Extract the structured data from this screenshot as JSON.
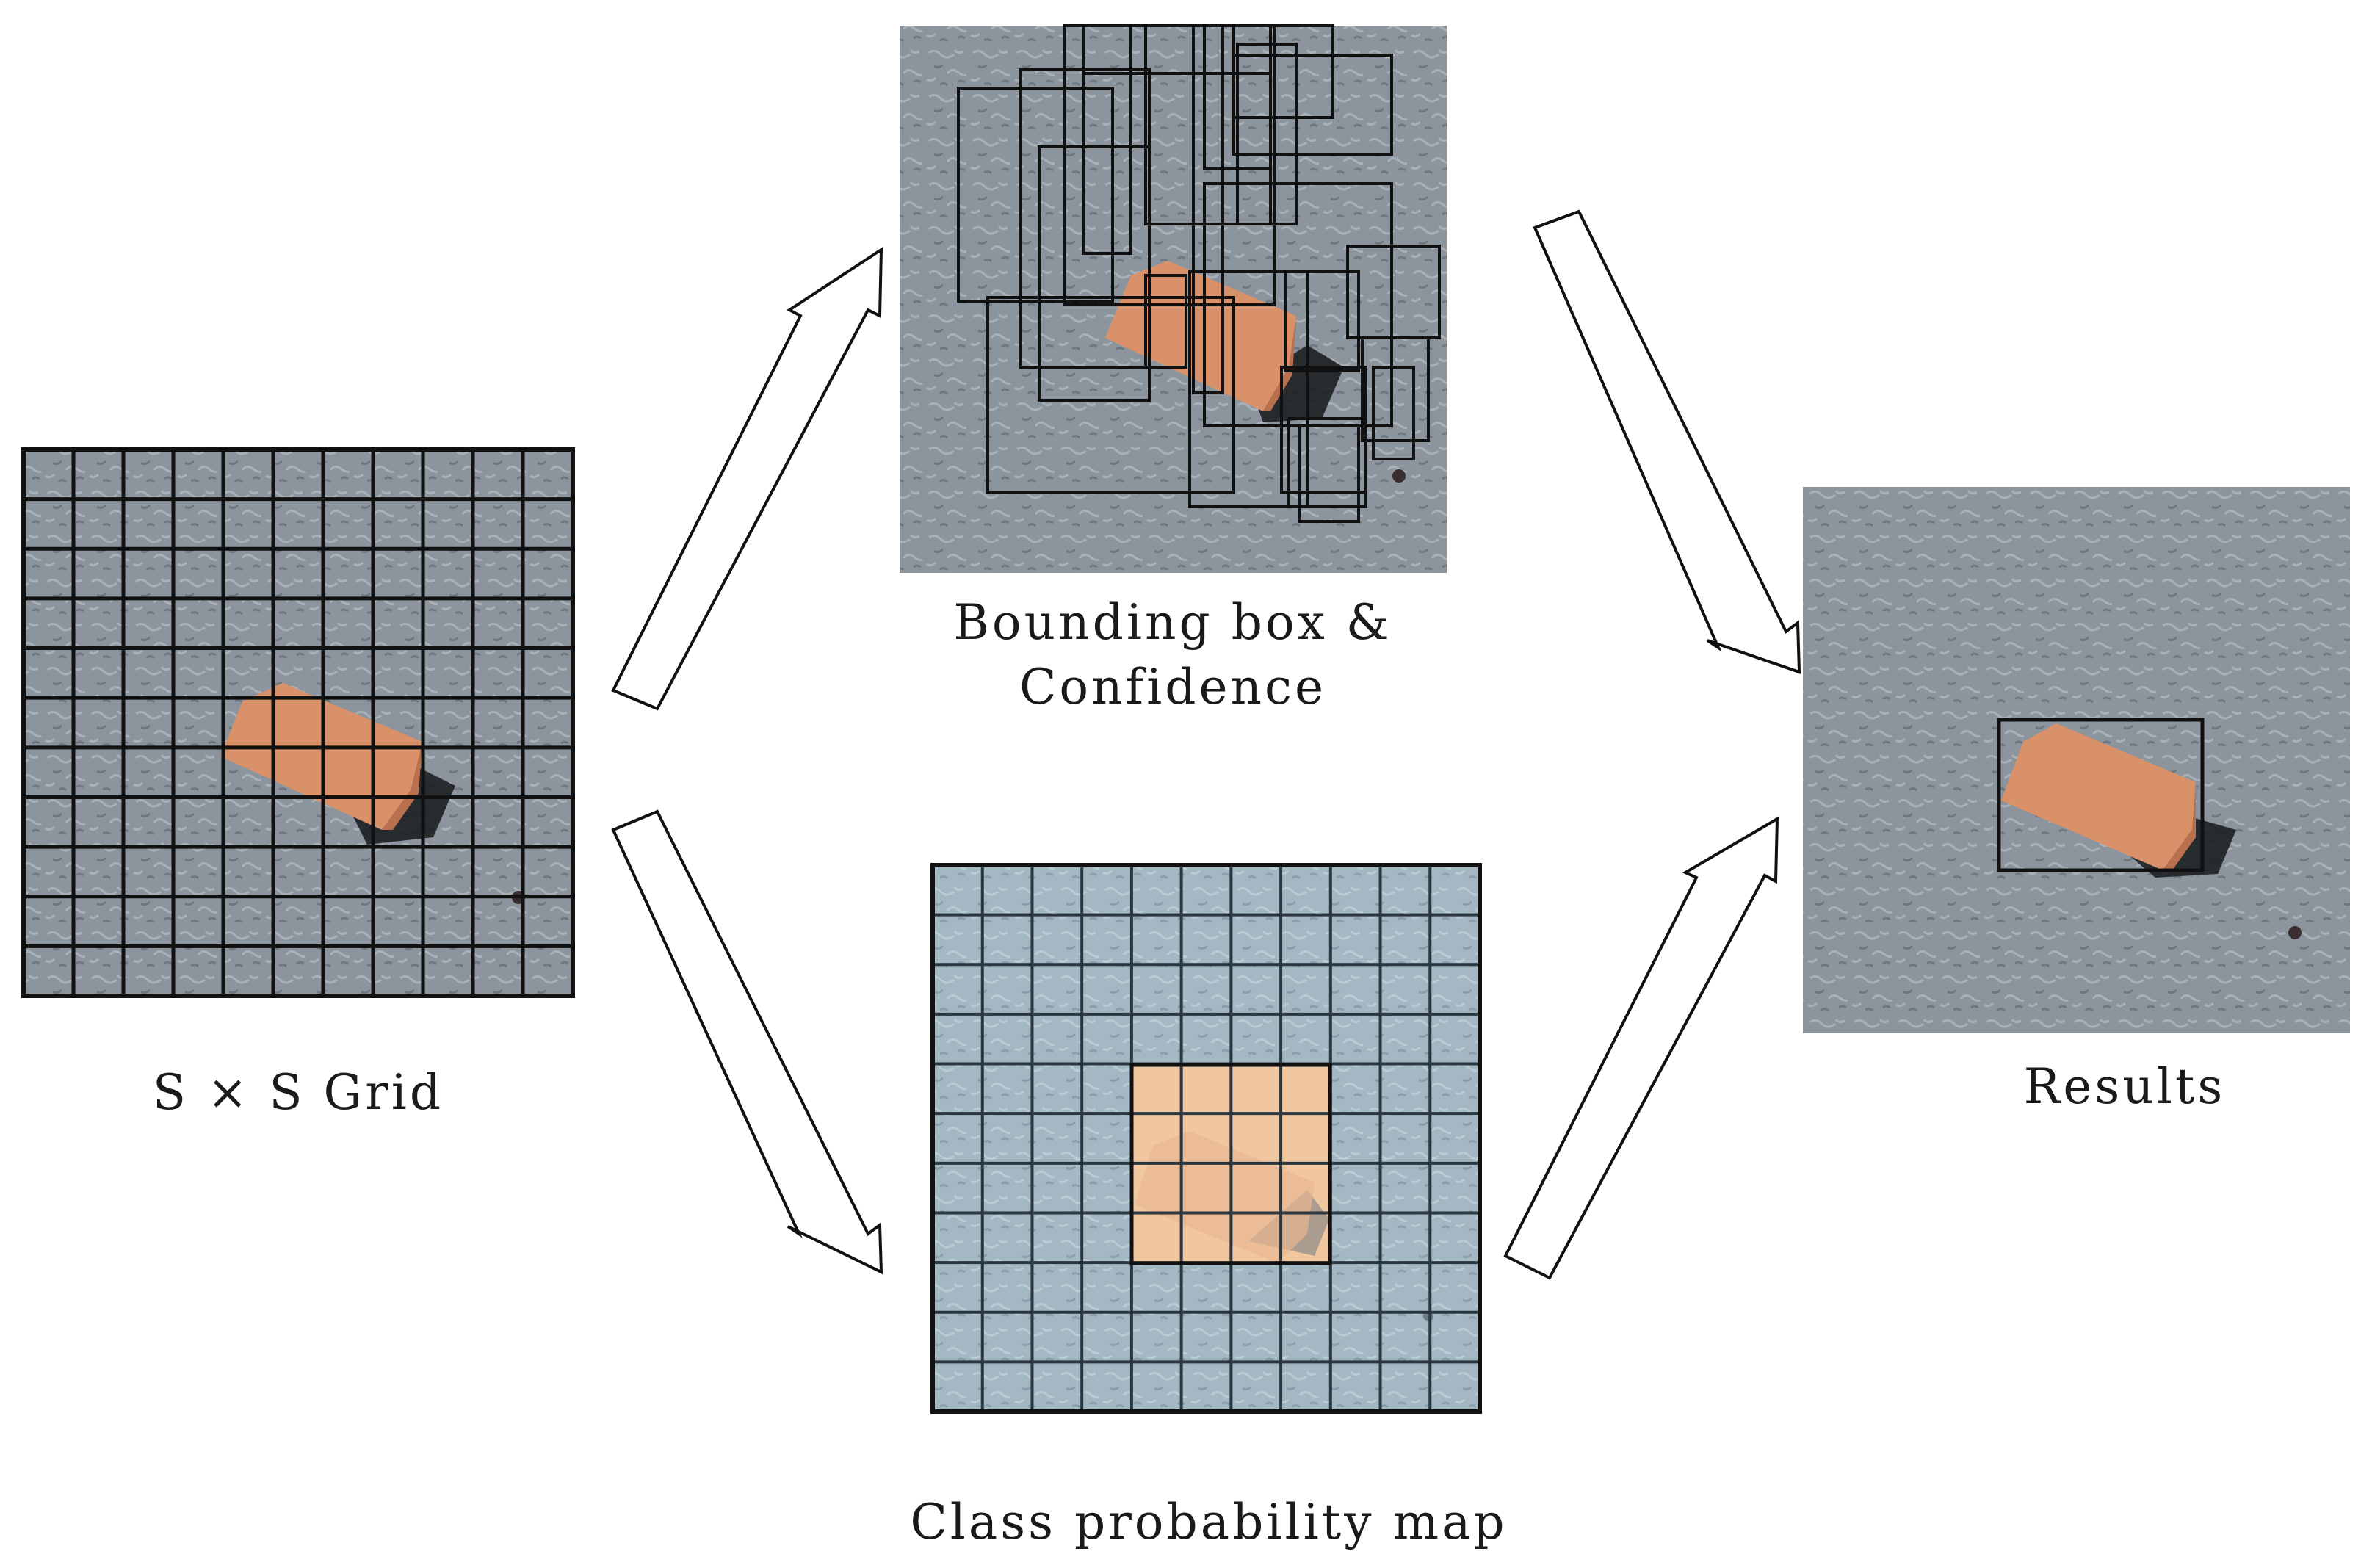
{
  "labels": {
    "grid": "S × S Grid",
    "bbox_line1": "Bounding box &",
    "bbox_line2": "Confidence",
    "class_map": "Class probability map",
    "results": "Results"
  },
  "colors": {
    "pavement": "#8c959d",
    "pavement_dark": "#6e7780",
    "pavement_blue": "#9fb4bf",
    "brick": "#d9916a",
    "brick_shade": "#b8704e",
    "shadow": "#1c1f22",
    "highlight_cell": "#f1c7a0"
  },
  "icons": [
    "arrow-right-up-icon",
    "arrow-right-down-icon"
  ]
}
